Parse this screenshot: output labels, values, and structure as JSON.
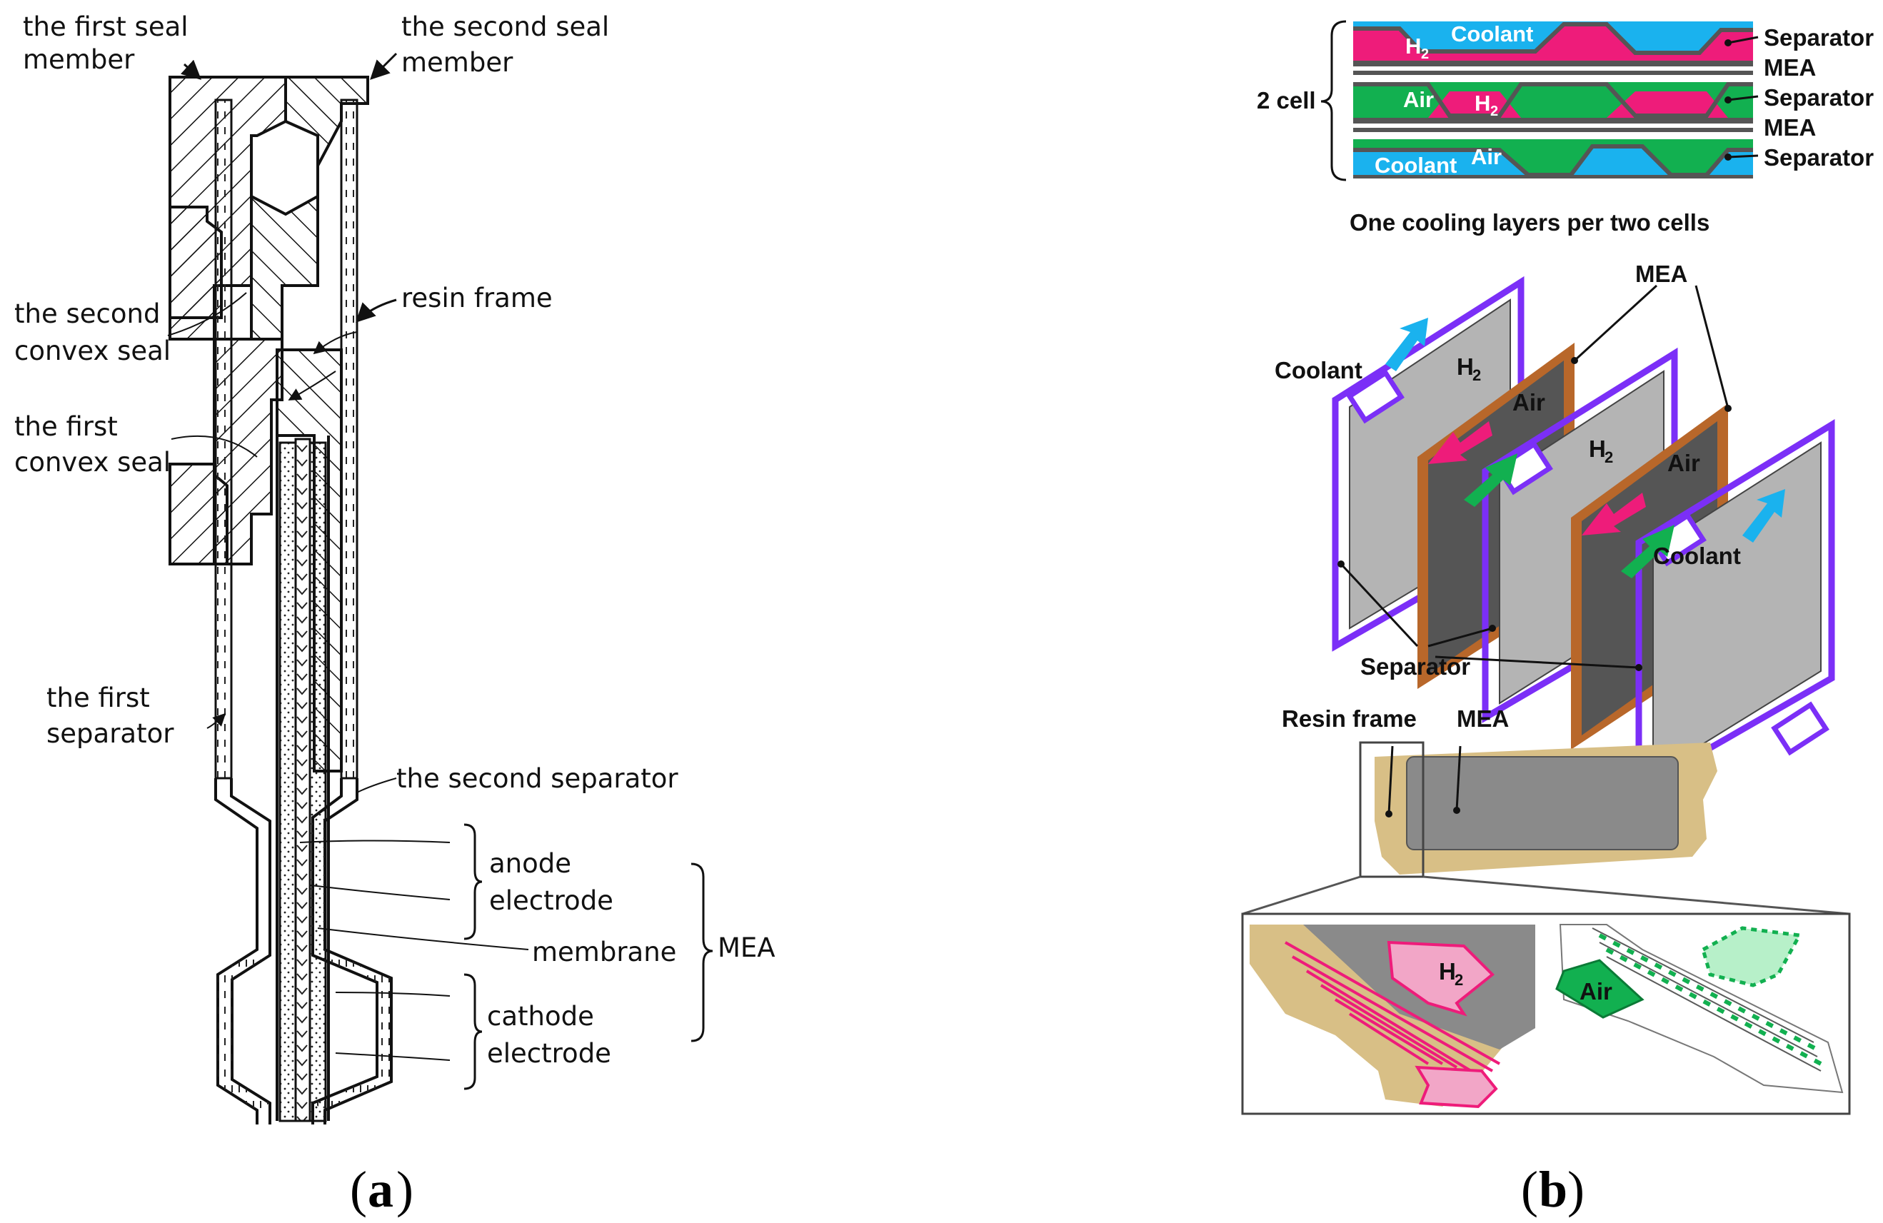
{
  "panel_a": {
    "caption_letter": "a",
    "labels": {
      "first_seal_member_1": "the first seal",
      "first_seal_member_2": "member",
      "second_seal_member_1": "the second seal",
      "second_seal_member_2": "member",
      "resin_frame": "resin frame",
      "second_convex_seal_1": "the second",
      "second_convex_seal_2": "convex seal",
      "first_convex_seal_1": "the first",
      "first_convex_seal_2": "convex seal",
      "first_separator_1": "the first",
      "first_separator_2": "separator",
      "second_separator": "the second separator",
      "anode_1": "anode",
      "anode_2": "electrode",
      "membrane": "membrane",
      "mea": "MEA",
      "cathode_1": "cathode",
      "cathode_2": "electrode"
    }
  },
  "panel_b": {
    "caption_letter": "b",
    "stack": {
      "cell_label": "2 cell",
      "h2": "H",
      "h2_sub": "2",
      "coolant": "Coolant",
      "air": "Air",
      "separator": "Separator",
      "mea": "MEA",
      "caption": "One cooling layers per two cells"
    },
    "exploded": {
      "mea": "MEA",
      "coolant": "Coolant",
      "h2": "H",
      "h2_sub": "2",
      "air": "Air",
      "separator": "Separator"
    },
    "frame": {
      "resin_frame": "Resin frame",
      "mea": "MEA",
      "h2": "H",
      "h2_sub": "2",
      "air": "Air"
    }
  },
  "colors": {
    "hydrogen": "#ee1c7a",
    "air": "#12b050",
    "coolant": "#1ab2ee",
    "separator_frame": "#7b2ff7",
    "mea_edge": "#b8672a",
    "resin": "#d8bf86",
    "membrane_grey": "#8a8a8a"
  }
}
